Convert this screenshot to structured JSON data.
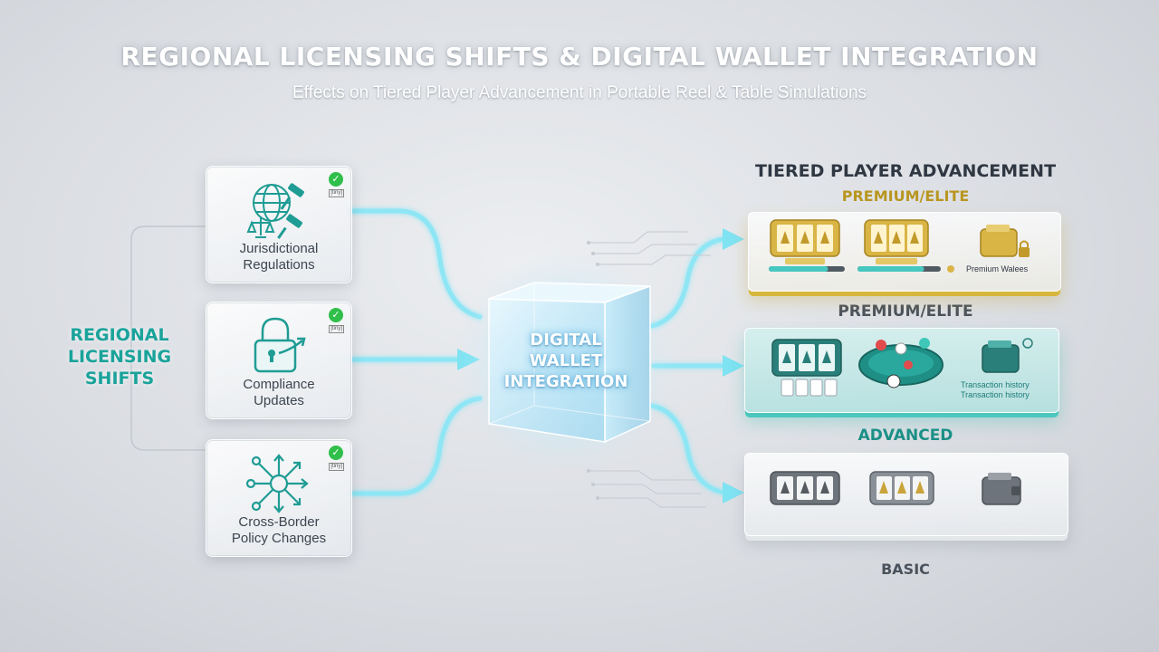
{
  "header": {
    "title": "REGIONAL LICENSING SHIFTS & DIGITAL WALLET INTEGRATION",
    "subtitle": "Effects on Tiered Player Advancement in Portable Reel & Table Simulations"
  },
  "left": {
    "label": "REGIONAL LICENSING SHIFTS",
    "cards": [
      {
        "label_line1": "Jurisdictional",
        "label_line2": "Regulations",
        "icon": "globe-gavel-scales-icon",
        "status": "check",
        "badge": "[tiny]"
      },
      {
        "label_line1": "Compliance",
        "label_line2": "Updates",
        "icon": "padlock-arrow-icon",
        "status": "check",
        "badge": "[tiny]"
      },
      {
        "label_line1": "Cross-Border",
        "label_line2": "Policy Changes",
        "icon": "network-arrows-icon",
        "status": "check",
        "badge": "[tiny]"
      }
    ]
  },
  "center": {
    "label_line1": "DIGITAL",
    "label_line2": "WALLET",
    "label_line3": "INTEGRATION"
  },
  "tiers": {
    "heading": "TIERED PLAYER ADVANCEMENT",
    "premium_top_label": "PREMIUM/ELITE",
    "premium_mid_label": "PREMIUM/ELITE",
    "advanced_label": "ADVANCED",
    "basic_label": "BASIC",
    "premium": {
      "wallet_text": "Premium Walees",
      "progress_1": 0.78,
      "progress_2": 0.8
    },
    "advanced": {
      "history_line1": "Transaction history",
      "history_line2": "Transaction history"
    }
  },
  "colors": {
    "teal": "#1aa39b",
    "gold": "#d6b73c",
    "cyan_glow": "#7fe3f2",
    "check_green": "#2fbf4a"
  }
}
